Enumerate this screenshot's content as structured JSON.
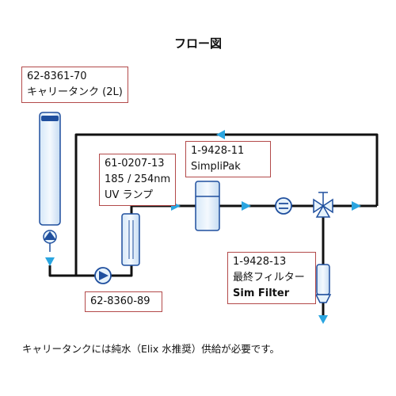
{
  "title": "フロー図",
  "labels": {
    "tank": {
      "line1": "62-8361-70",
      "line2": "キャリータンク (2L)"
    },
    "uv": {
      "line1": "61-0207-13",
      "line2": "185 / 254nm",
      "line3": "UV ランプ"
    },
    "simplipak": {
      "line1": "1-9428-11",
      "line2": "SimpliPak"
    },
    "pump": {
      "line1": "62-8360-89"
    },
    "filter": {
      "line1": "1-9428-13",
      "line2": "最終フィルター",
      "line3": "Sim Filter"
    }
  },
  "footnote": "キャリータンクには純水（Elix 水推奨）供給が必要です。",
  "colors": {
    "pipe": "#111111",
    "flow_arrow": "#2aa5e0",
    "component_fill": "#e6f2fb",
    "component_stroke": "#1f4f9e",
    "label_border": "#b34a4a"
  },
  "icons": [
    "check-valve-icon",
    "pump-icon",
    "flow-meter-icon",
    "three-way-valve-icon"
  ]
}
